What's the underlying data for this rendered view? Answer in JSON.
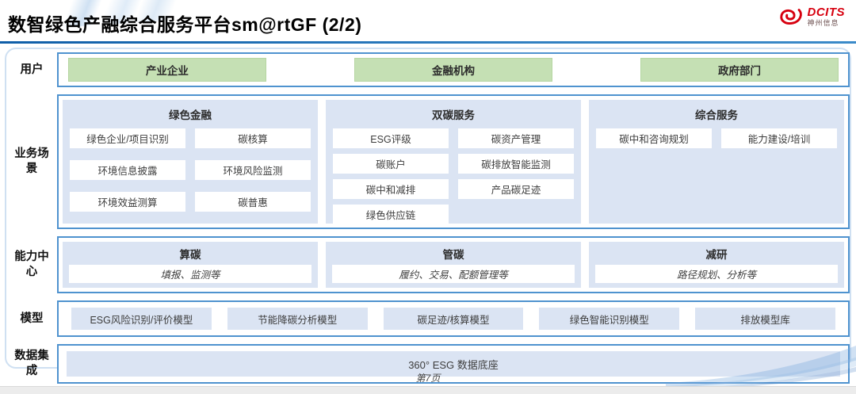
{
  "header": {
    "title": "数智绿色产融综合服务平台sm@rtGF (2/2)",
    "logo": {
      "brand": "DCITS",
      "subbrand": "神州信息"
    }
  },
  "rows": {
    "users": {
      "label": "用户",
      "items": [
        "产业企业",
        "金融机构",
        "政府部门"
      ]
    },
    "scenarios": {
      "label": "业务场景",
      "groups": [
        {
          "title": "绿色金融",
          "items": [
            "绿色企业/项目识别",
            "碳核算",
            "环境信息披露",
            "环境风险监测",
            "环境效益测算",
            "碳普惠"
          ]
        },
        {
          "title": "双碳服务",
          "items": [
            "ESG评级",
            "碳资产管理",
            "碳账户",
            "碳排放智能监测",
            "碳中和减排",
            "产品碳足迹",
            "绿色供应链"
          ]
        },
        {
          "title": "综合服务",
          "items": [
            "碳中和咨询规划",
            "能力建设/培训"
          ]
        }
      ]
    },
    "capabilities": {
      "label": "能力中心",
      "groups": [
        {
          "title": "算碳",
          "detail": "填报、监测等"
        },
        {
          "title": "管碳",
          "detail": "履约、交易、配额管理等"
        },
        {
          "title": "减研",
          "detail": "路径规划、分析等"
        }
      ]
    },
    "models": {
      "label": "模型",
      "items": [
        "ESG风险识别/评价模型",
        "节能降碳分析模型",
        "碳足迹/核算模型",
        "绿色智能识别模型",
        "排放模型库"
      ]
    },
    "data": {
      "label": "数据集成",
      "items": [
        "360° ESG 数据底座"
      ]
    }
  },
  "footer": {
    "page": "第7页"
  },
  "colors": {
    "accent_blue": "#2e75b6",
    "border_blue": "#4f93cf",
    "panel_blue": "#dbe4f3",
    "user_green": "#c5e0b4",
    "logo_red": "#d7000f"
  }
}
